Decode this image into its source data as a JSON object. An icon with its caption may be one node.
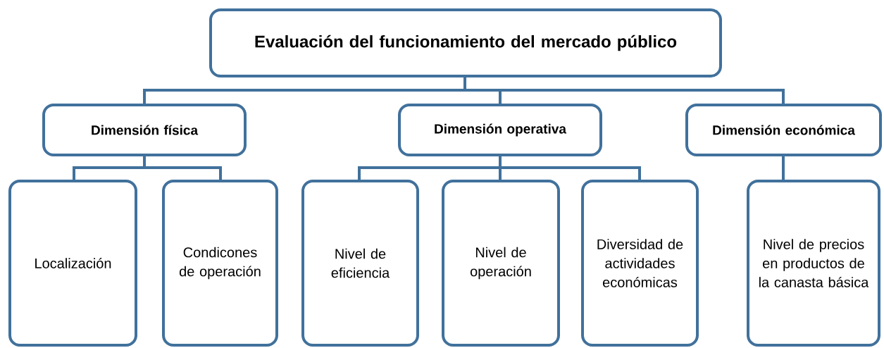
{
  "diagram": {
    "nodes": [
      {
        "text": [
          "Evaluación del funcionamiento del mercado público"
        ]
      },
      {
        "text": [
          "Dimensión física"
        ]
      },
      {
        "text": [
          "Dimensión operativa"
        ]
      },
      {
        "text": [
          "Dimensión económica"
        ]
      },
      {
        "text": [
          "Localización"
        ]
      },
      {
        "text": [
          "Condicones de operación"
        ]
      },
      {
        "text": [
          "Nivel de eficiencia"
        ]
      },
      {
        "text": [
          "Nivel de operación"
        ]
      },
      {
        "text": [
          "Diversidad de actividades económicas"
        ]
      },
      {
        "text": [
          "Nivel de precios en productos de la canasta básica"
        ]
      }
    ],
    "edges": [
      {
        "from": 0,
        "to": 1,
        "arrow": "none"
      },
      {
        "from": 0,
        "to": 2,
        "arrow": "none"
      },
      {
        "from": 0,
        "to": 3,
        "arrow": "none"
      },
      {
        "from": 1,
        "to": 4,
        "arrow": "none"
      },
      {
        "from": 1,
        "to": 5,
        "arrow": "none"
      },
      {
        "from": 2,
        "to": 6,
        "arrow": "none"
      },
      {
        "from": 2,
        "to": 7,
        "arrow": "none"
      },
      {
        "from": 2,
        "to": 8,
        "arrow": "none"
      },
      {
        "from": 3,
        "to": 9,
        "arrow": "none"
      }
    ]
  }
}
